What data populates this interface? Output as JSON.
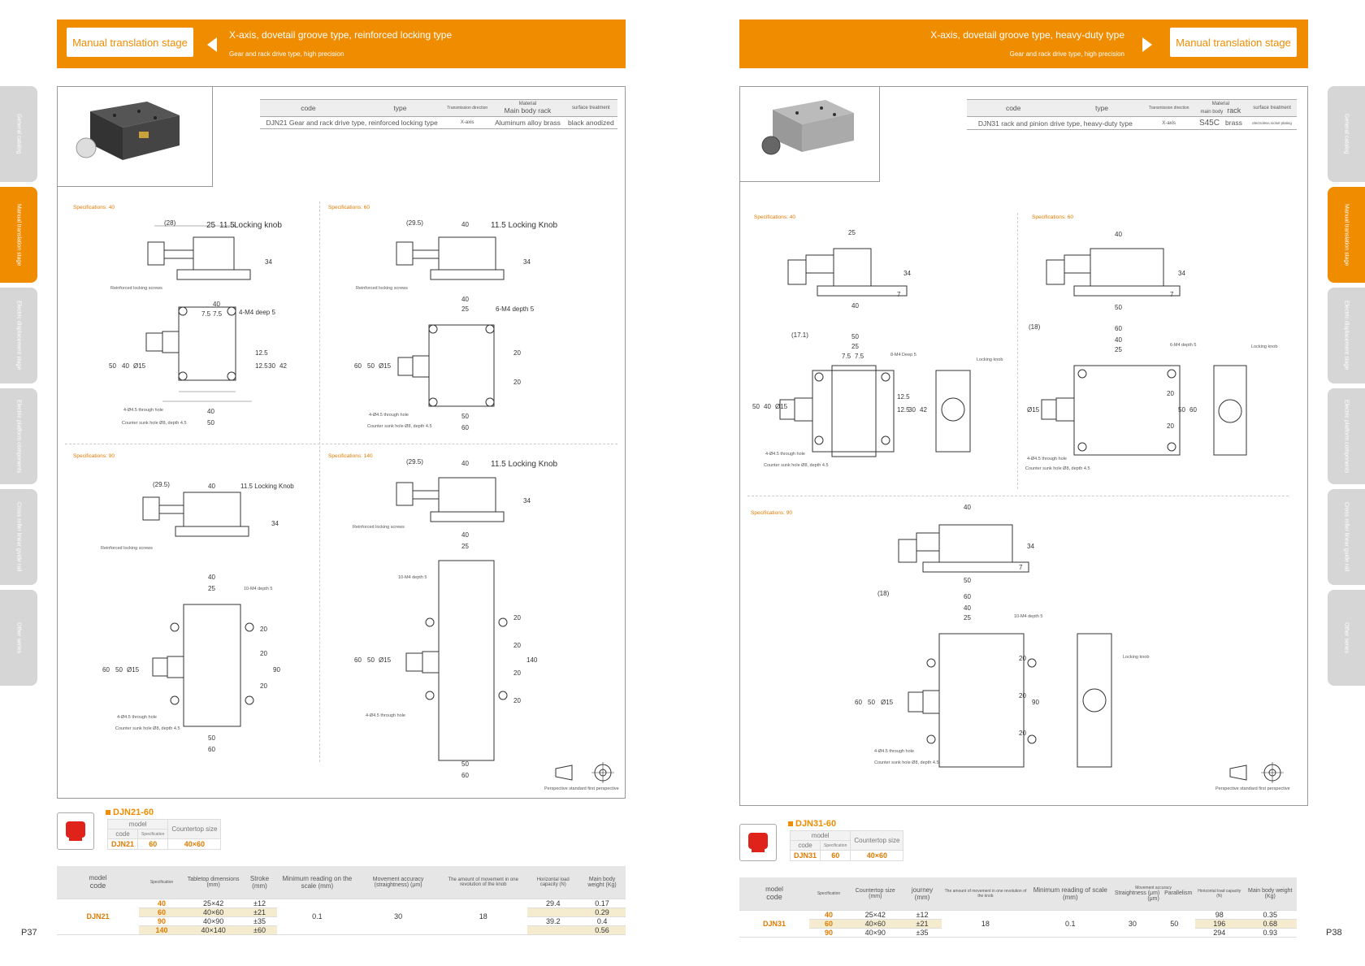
{
  "left": {
    "banner": {
      "tag": "Manual translation stage",
      "title": "X-axis, dovetail groove type, reinforced locking type",
      "subtitle": "Gear and rack drive type, high precision"
    },
    "specs": {
      "header": [
        "code",
        "type",
        "Transmission direction",
        "Material",
        "surface treatment"
      ],
      "subheader": "Main body rack",
      "row": [
        "DJN21",
        "Gear and rack drive type, reinforced locking type",
        "X-axis",
        "Aluminum alloy brass",
        "black anodized"
      ]
    },
    "drawings": [
      {
        "label": "Specifications: 40",
        "dims": [
          "(28)",
          "25",
          "11.5",
          "Locking knob",
          "34",
          "Reinforced locking screws",
          "40",
          "7.5",
          "7.5",
          "4-M4 deep 5",
          "50",
          "40",
          "Ø15",
          "12.5",
          "12.5",
          "30",
          "42",
          "40",
          "50",
          "4-Ø4.5 through hole",
          "Counter sunk hole Ø8, depth 4.5"
        ]
      },
      {
        "label": "Specifications: 60",
        "dims": [
          "(29.5)",
          "40",
          "11.5 Locking Knob",
          "34",
          "Reinforced locking screws",
          "40",
          "25",
          "6-M4 depth 5",
          "60",
          "50",
          "Ø15",
          "20",
          "20",
          "50",
          "60",
          "4-Ø4.5 through hole",
          "Counter sunk hole Ø8, depth 4.5"
        ]
      },
      {
        "label": "Specifications: 90",
        "dims": [
          "(29.5)",
          "40",
          "11.5 Locking Knob",
          "34",
          "Reinforced locking screws",
          "40",
          "25",
          "10-M4 depth 5",
          "60",
          "50",
          "Ø15",
          "20",
          "20",
          "20",
          "90",
          "50",
          "60",
          "4-Ø4.5 through hole",
          "Counter sunk hole Ø8, depth 4.5"
        ]
      },
      {
        "label": "Specifications: 140",
        "dims": [
          "(29.5)",
          "40",
          "11.5 Locking Knob",
          "34",
          "Reinforced locking screws",
          "40",
          "25",
          "10-M4 depth 5",
          "60",
          "50",
          "Ø15",
          "20",
          "20",
          "20",
          "20",
          "140",
          "50",
          "60",
          "4-Ø4.5 through hole"
        ]
      }
    ],
    "projection": "Perspective standard first perspective",
    "model": {
      "name": "DJN21-60",
      "head": [
        "model",
        "Countertop size"
      ],
      "sub": [
        "code",
        "Specification"
      ],
      "values": [
        "DJN21",
        "60",
        "40×60"
      ]
    },
    "table": {
      "head": [
        "model",
        "code",
        "Specification",
        "Tabletop dimensions (mm)",
        "Stroke (mm)",
        "Minimum reading on the scale (mm)",
        "Movement accuracy (straightness) (μm)",
        "The amount of movement in one revolution of the knob",
        "Horizontal load capacity (N)",
        "Main body weight (Kg)"
      ],
      "code": "DJN21",
      "rows": [
        [
          "40",
          "25×42",
          "±12",
          "29.4",
          "0.17"
        ],
        [
          "60",
          "40×60",
          "±21",
          "",
          "0.29"
        ],
        [
          "90",
          "40×90",
          "±35",
          "39.2",
          "0.4"
        ],
        [
          "140",
          "40×140",
          "±60",
          "",
          "0.56"
        ]
      ],
      "shared": [
        "0.1",
        "30",
        "18"
      ]
    },
    "page": "P37",
    "tabs": [
      "General catalog",
      "Manual translation stage",
      "Electric displacement stage",
      "Electric platform components",
      "Cross roller linear guide rail",
      "Other series"
    ]
  },
  "right": {
    "banner": {
      "tag": "Manual translation stage",
      "title": "X-axis, dovetail groove type, heavy-duty type",
      "subtitle": "Gear and rack drive type, high precision"
    },
    "specs": {
      "header": [
        "code",
        "type",
        "Transmission direction",
        "Material",
        "surface treatment"
      ],
      "subheader": [
        "main body",
        "rack"
      ],
      "row": [
        "DJN31",
        "rack and pinion drive type, heavy-duty type",
        "X-axis",
        "S45C",
        "brass",
        "electroless nickel plating"
      ]
    },
    "drawings": [
      {
        "label": "Specifications: 40",
        "dims": [
          "25",
          "34",
          "7",
          "40",
          "(17.1)",
          "50",
          "25",
          "7.5",
          "7.5",
          "8-M4 Deep 5",
          "Locking knob",
          "50",
          "40",
          "Ø15",
          "12.5",
          "12.5",
          "30",
          "42",
          "4-Ø4.5 through hole",
          "Counter sunk hole Ø8, depth 4.5"
        ]
      },
      {
        "label": "Specifications: 60",
        "dims": [
          "40",
          "34",
          "7",
          "50",
          "(18)",
          "60",
          "40",
          "25",
          "6-M4 depth 5",
          "Locking knob",
          "Ø15",
          "20",
          "20",
          "50",
          "60",
          "4-Ø4.5 through hole",
          "Counter sunk hole Ø8, depth 4.5"
        ]
      },
      {
        "label": "Specifications: 90",
        "dims": [
          "40",
          "34",
          "7",
          "50",
          "(18)",
          "60",
          "40",
          "25",
          "10-M4 depth 5",
          "Locking knob",
          "60",
          "50",
          "Ø15",
          "20",
          "20",
          "20",
          "90",
          "4-Ø4.5 through hole",
          "Counter sunk hole Ø8, depth 4.5"
        ]
      }
    ],
    "projection": "Perspective standard first perspective",
    "model": {
      "name": "DJN31-60",
      "head": [
        "model",
        "Countertop size"
      ],
      "sub": [
        "code",
        "Specification"
      ],
      "values": [
        "DJN31",
        "60",
        "40×60"
      ]
    },
    "table": {
      "head": [
        "model",
        "code",
        "Specification",
        "Countertop size (mm)",
        "journey (mm)",
        "The amount of movement in one revolution of the knob",
        "Minimum reading of scale (mm)",
        "Movement accuracy",
        "Straightness (μm)",
        "Parallelism (μm)",
        "Horizontal load capacity (N)",
        "Main body weight (Kg)"
      ],
      "code": "DJN31",
      "rows": [
        [
          "40",
          "25×42",
          "±12",
          "98",
          "0.35"
        ],
        [
          "60",
          "40×60",
          "±21",
          "196",
          "0.68"
        ],
        [
          "90",
          "40×90",
          "±35",
          "294",
          "0.93"
        ]
      ],
      "shared": [
        "18",
        "0.1",
        "30",
        "50"
      ]
    },
    "page": "P38",
    "tabs": [
      "General catalog",
      "Manual translation stage",
      "Electric displacement stage",
      "Electric platform components",
      "Cross roller linear guide rail",
      "Other series"
    ]
  },
  "colors": {
    "accent": "#f08c00",
    "tab_gray": "#d6d6d6",
    "panel_border": "#999999"
  }
}
